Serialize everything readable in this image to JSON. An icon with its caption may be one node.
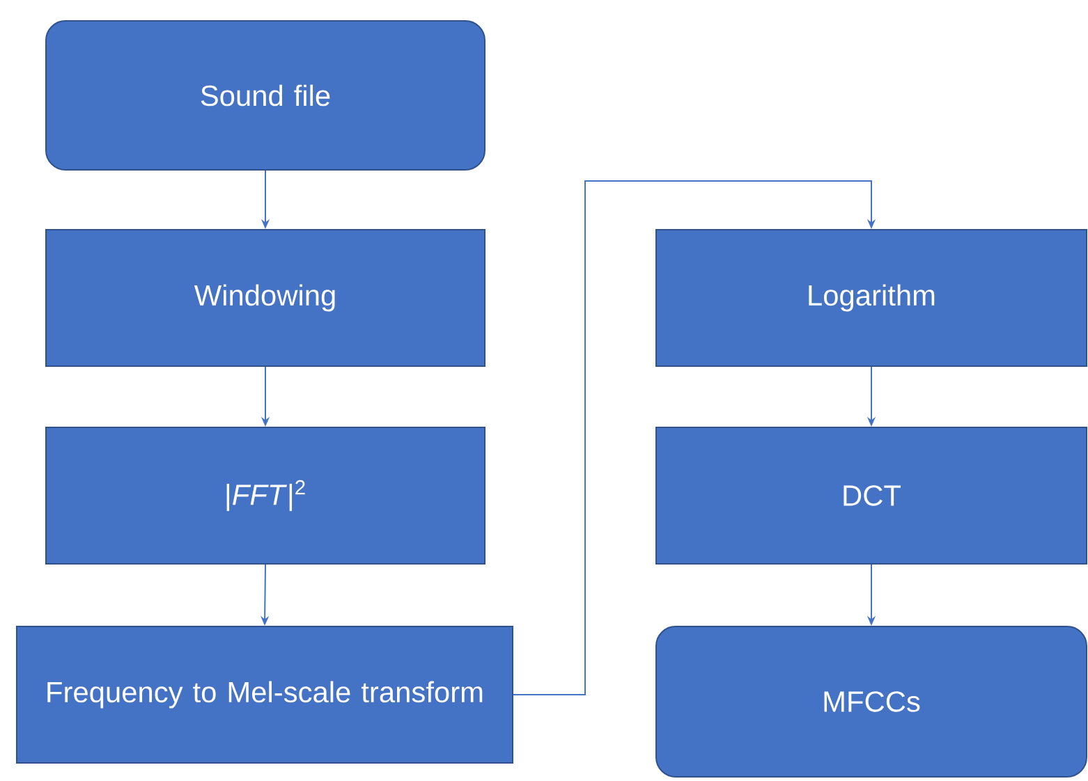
{
  "diagram": {
    "nodes": [
      {
        "text": [
          "Sound file"
        ]
      },
      {
        "text": [
          "Windowing"
        ]
      },
      {
        "text": [
          "|*FFT*|$^{2}$"
        ]
      },
      {
        "text": [
          "Frequency to Mel-scale transform"
        ]
      },
      {
        "text": [
          "Logarithm"
        ]
      },
      {
        "text": [
          "DCT"
        ]
      },
      {
        "text": [
          "MFCCs"
        ]
      }
    ],
    "edges": [
      {
        "from": 0,
        "to": 1,
        "arrow": "to"
      },
      {
        "from": 1,
        "to": 2,
        "arrow": "to"
      },
      {
        "from": 2,
        "to": 3,
        "arrow": "to"
      },
      {
        "from": 3,
        "to": 4,
        "arrow": "to"
      },
      {
        "from": 4,
        "to": 5,
        "arrow": "to"
      },
      {
        "from": 5,
        "to": 6,
        "arrow": "to"
      }
    ]
  }
}
